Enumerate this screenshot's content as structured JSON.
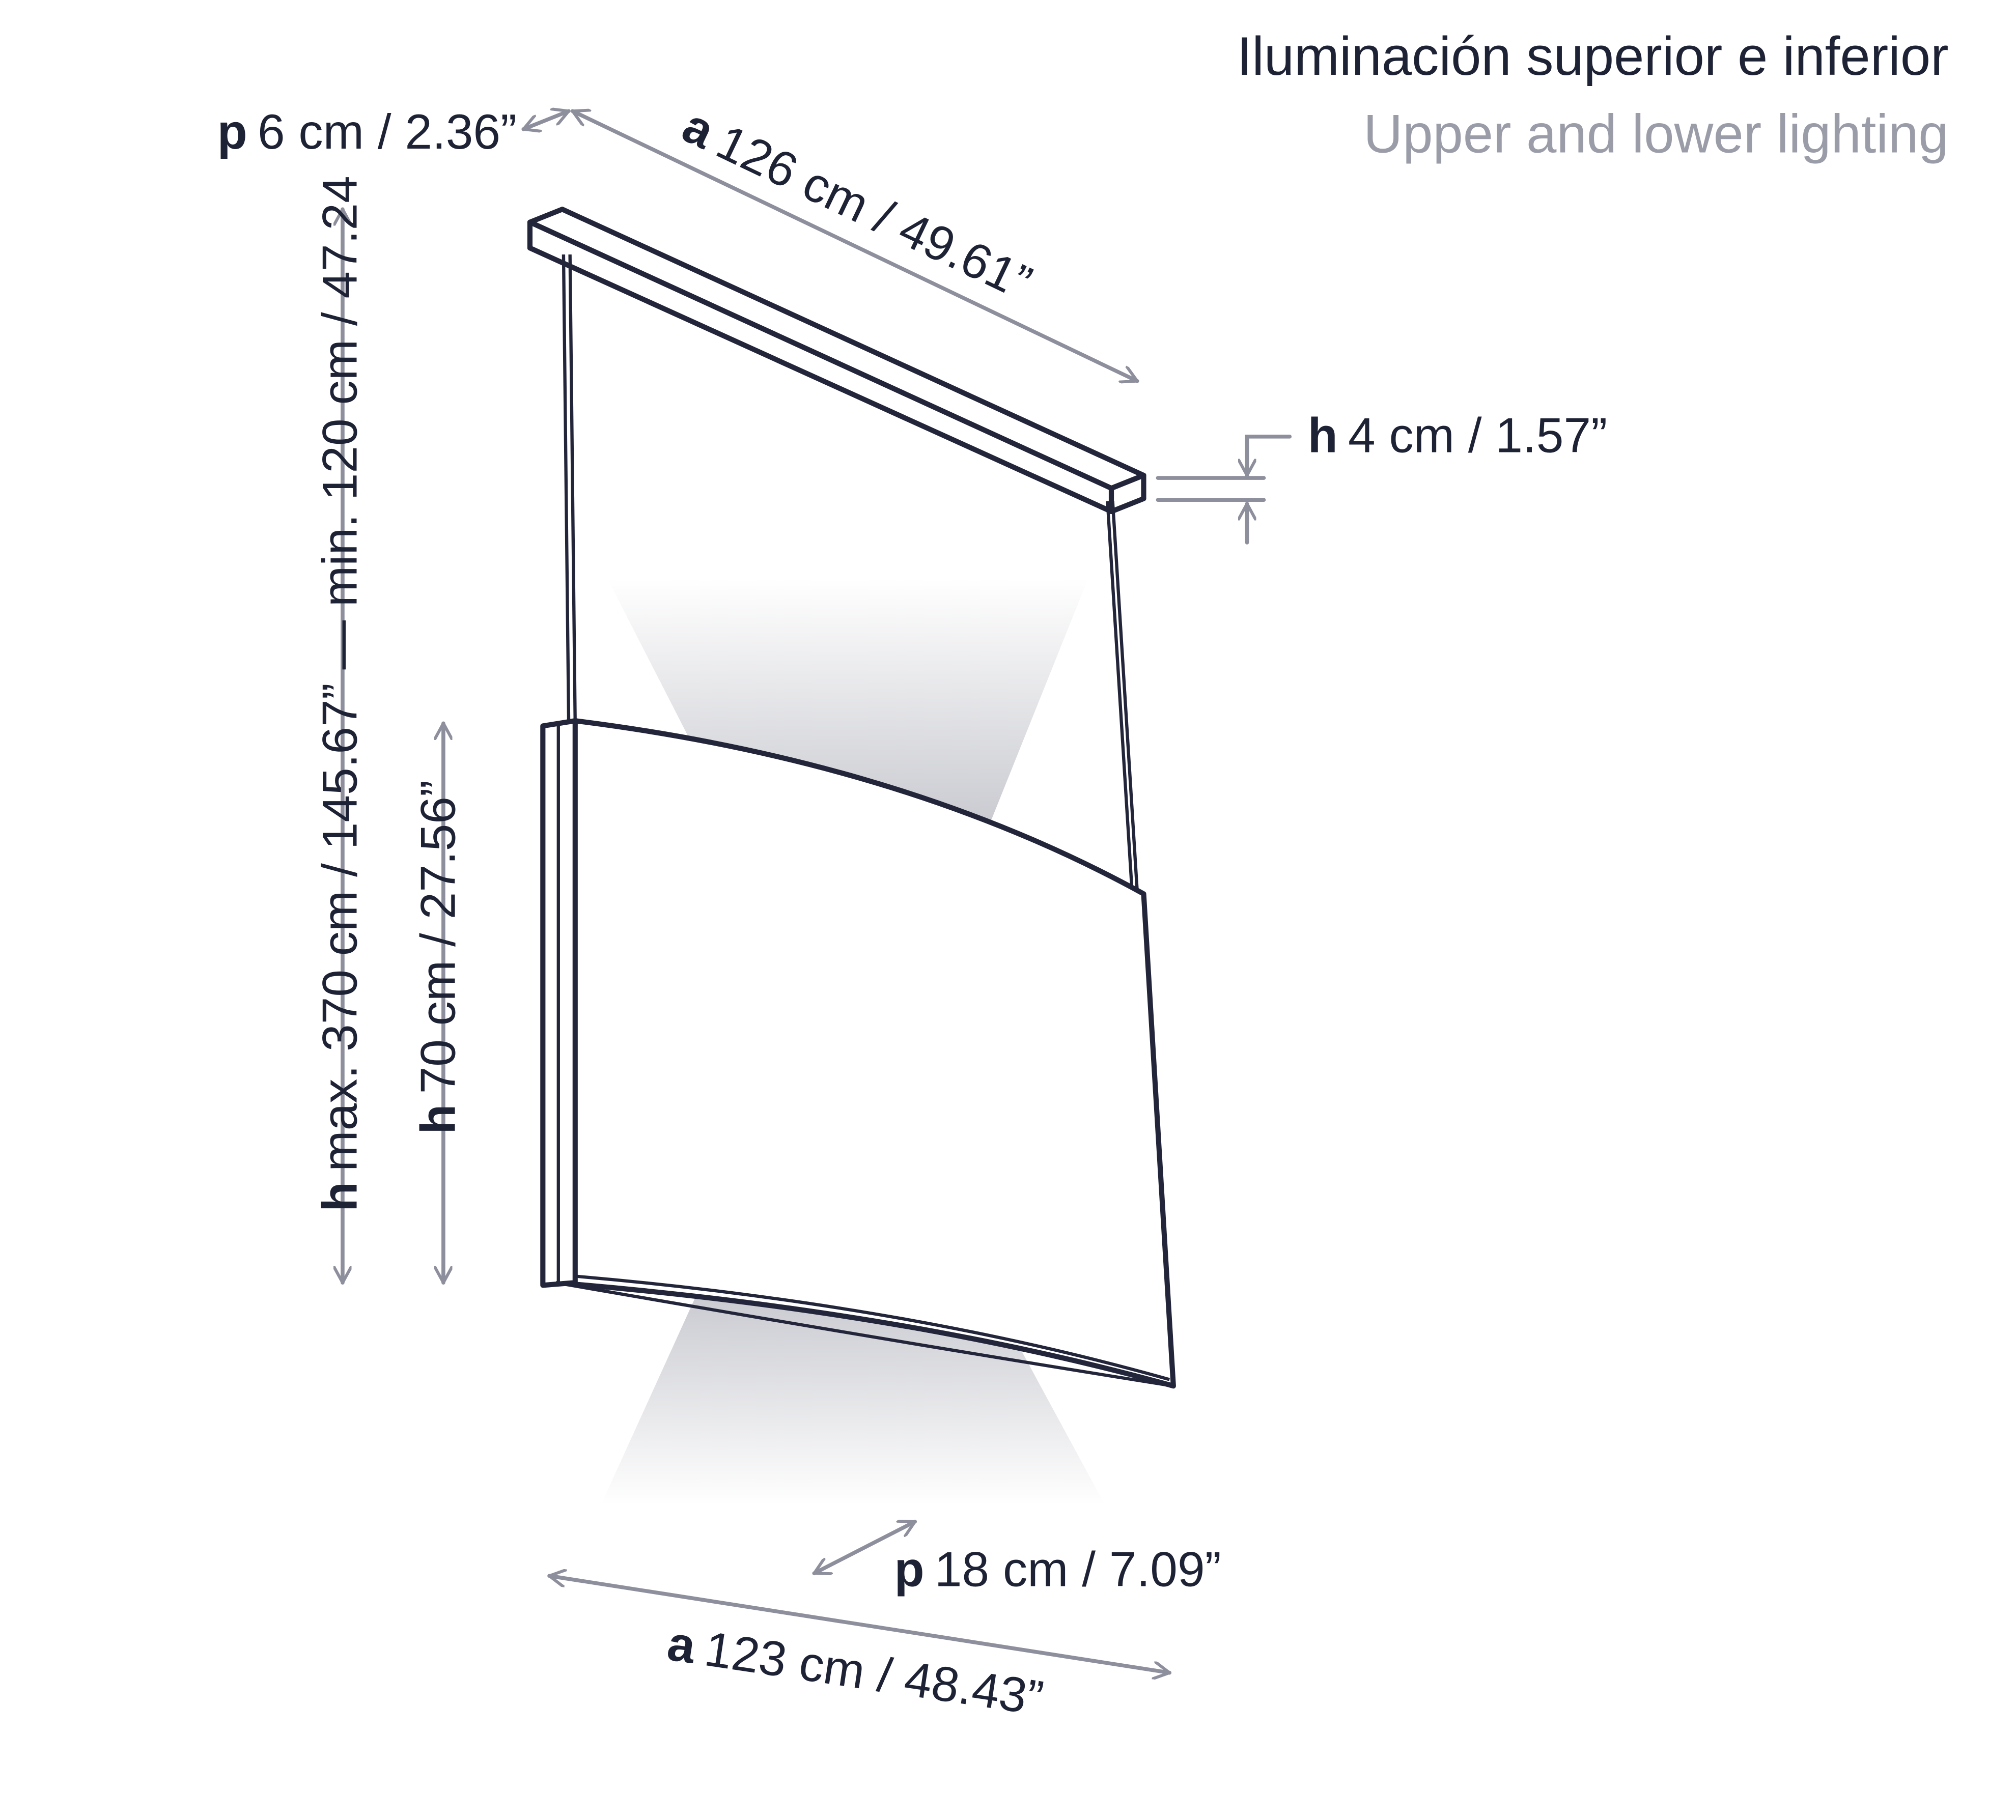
{
  "title": {
    "es": "Iluminación superior e inferior",
    "en": "Upper and lower lighting"
  },
  "colors": {
    "ink": "#1e2235",
    "subtitle": "#9a9ca8",
    "dimension": "#8e8f9c"
  },
  "dimensions": {
    "canopy_depth": {
      "letter": "p",
      "value": "6 cm / 2.36”"
    },
    "canopy_width": {
      "letter": "a",
      "value": "126 cm / 49.61”"
    },
    "canopy_height": {
      "letter": "h",
      "value": "4 cm / 1.57”"
    },
    "total_height": {
      "letter": "h",
      "value": "max. 370 cm / 145.67” — min. 120 cm / 47.24"
    },
    "shade_height": {
      "letter": "h",
      "value": "70 cm / 27.56”"
    },
    "shade_depth": {
      "letter": "p",
      "value": "18 cm / 7.09”"
    },
    "shade_width": {
      "letter": "a",
      "value": "123 cm / 48.43”"
    }
  }
}
